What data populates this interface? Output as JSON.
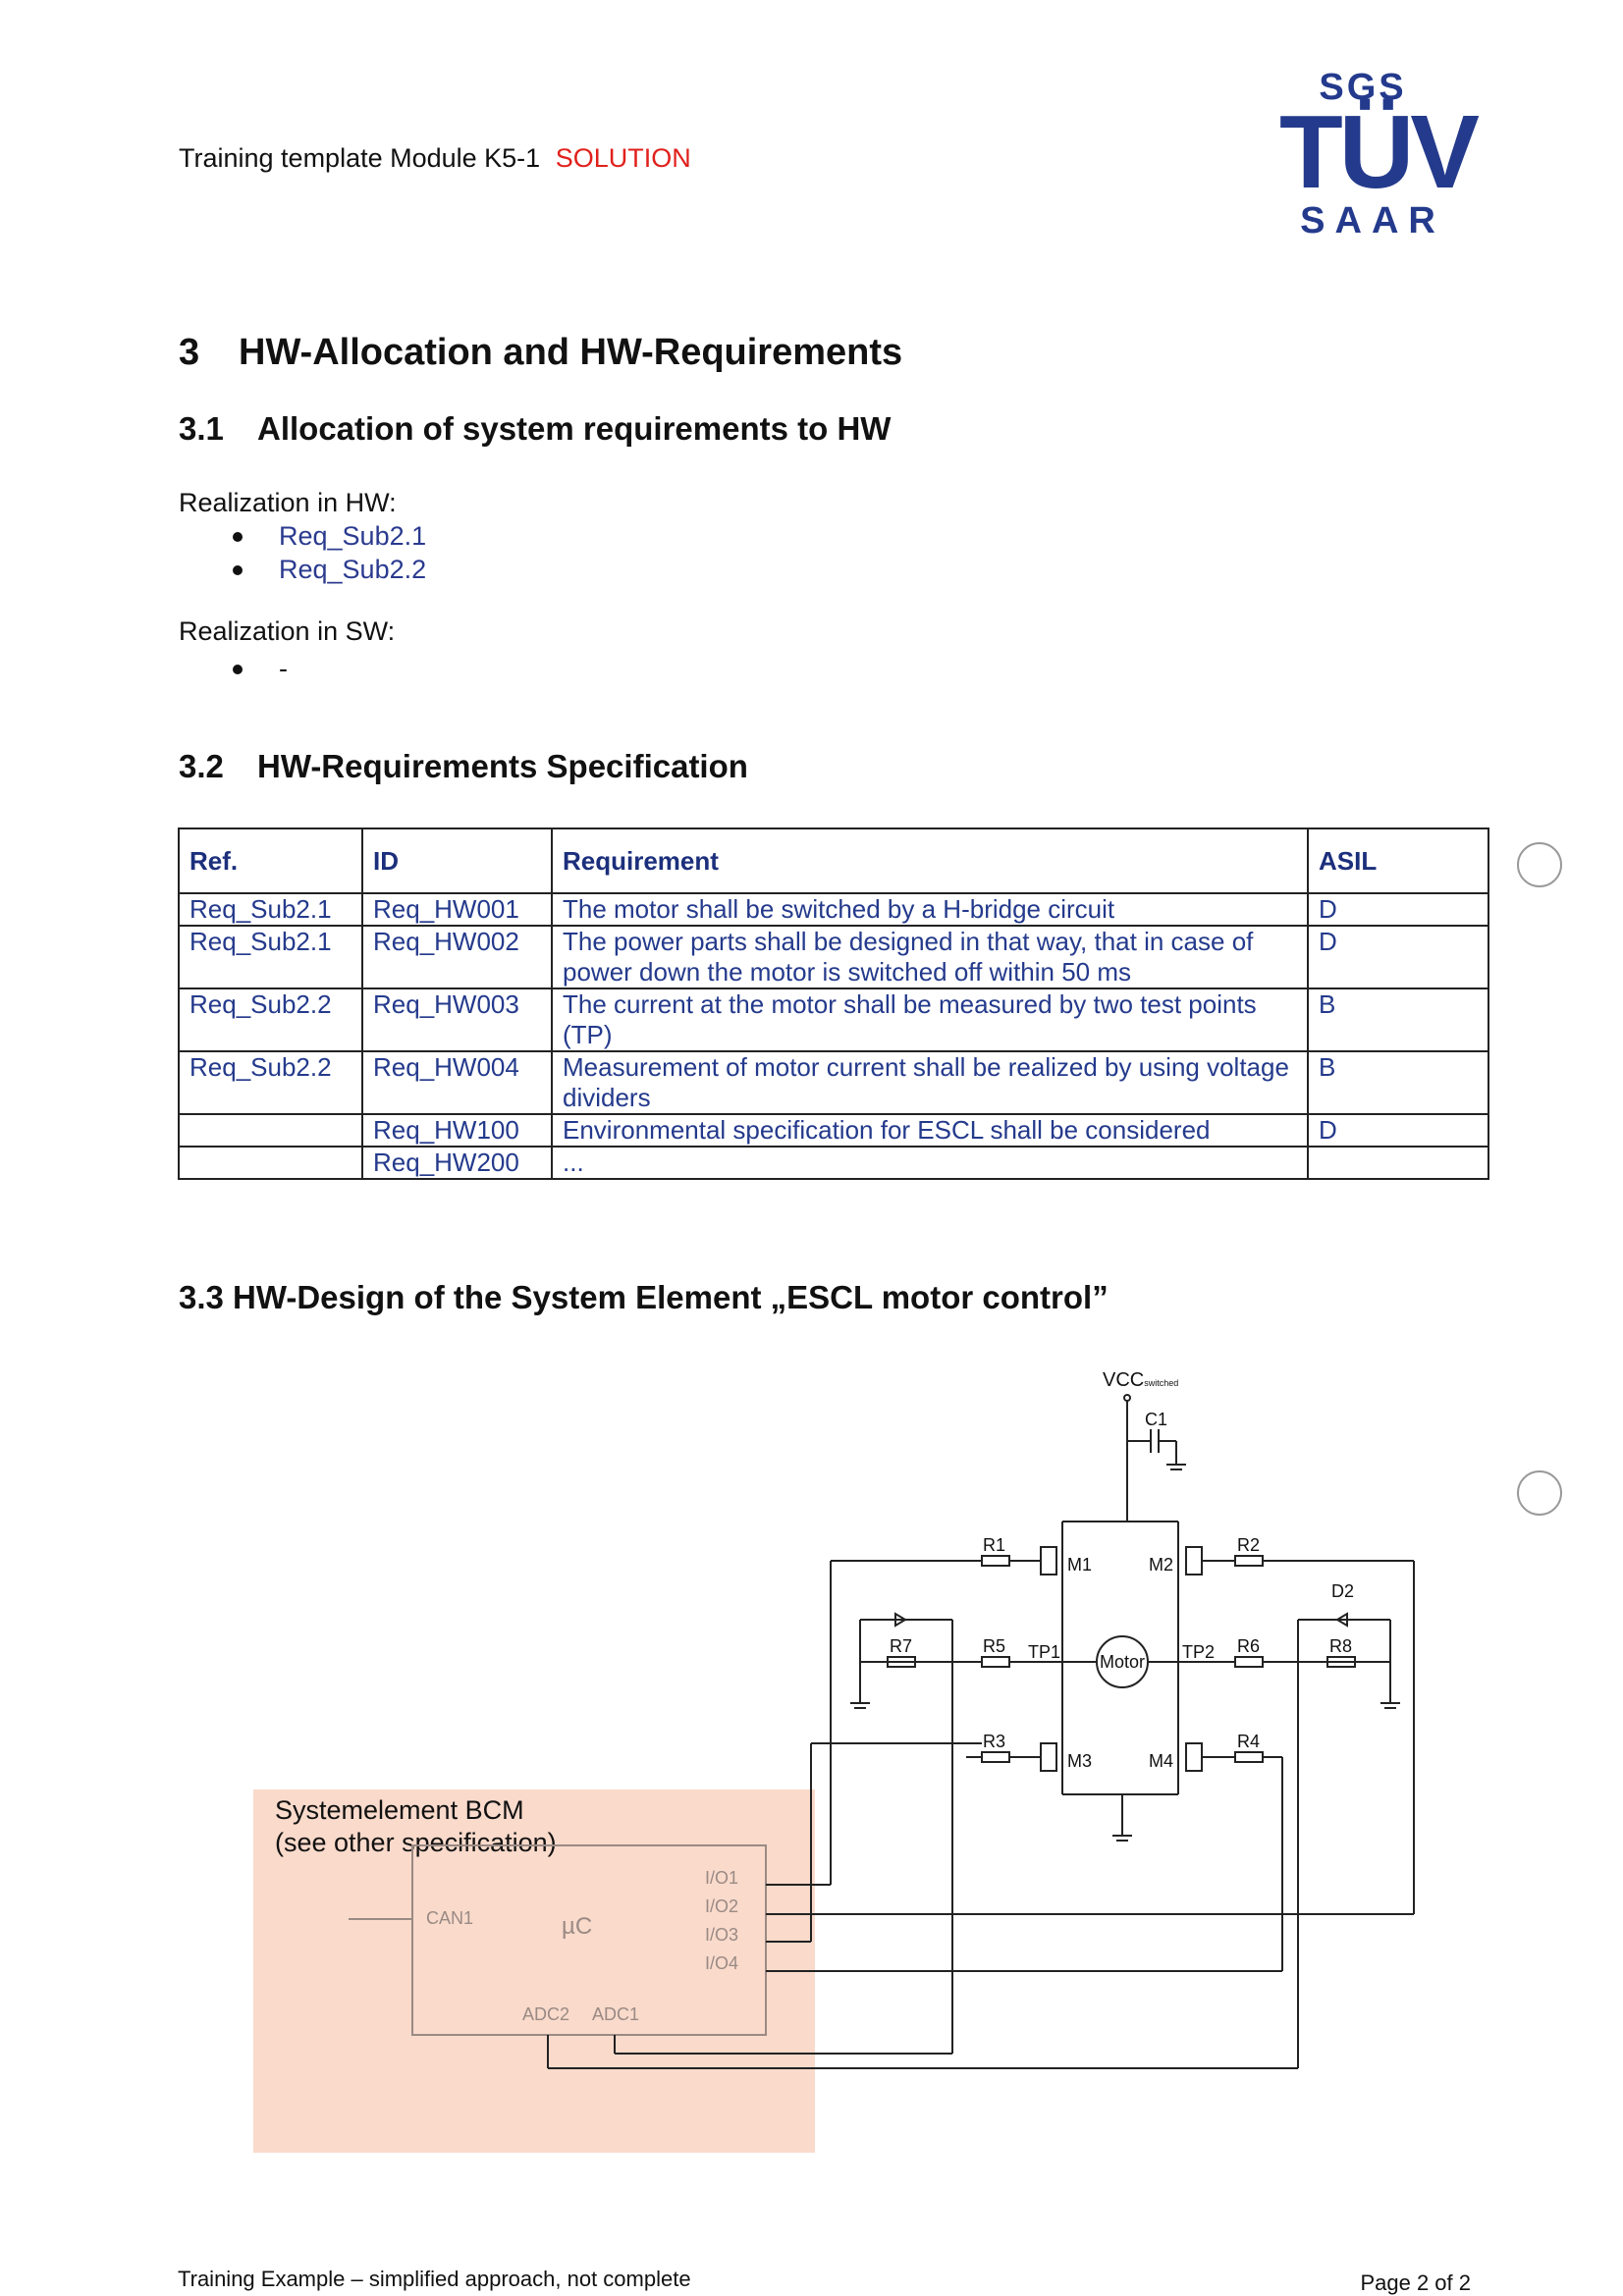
{
  "header": {
    "title": "Training template Module K5-1",
    "solution": "SOLUTION",
    "logo": {
      "top": "SGS",
      "middle": "TÜV",
      "bottom": "SAAR"
    }
  },
  "section3": {
    "number": "3",
    "title": "HW-Allocation and HW-Requirements"
  },
  "section3_1": {
    "number": "3.1",
    "title": "Allocation of system requirements to HW",
    "hw_label": "Realization in HW:",
    "hw_items": [
      "Req_Sub2.1",
      "Req_Sub2.2"
    ],
    "sw_label": "Realization in SW:",
    "sw_items": [
      "-"
    ]
  },
  "section3_2": {
    "number": "3.2",
    "title": "HW-Requirements Specification",
    "table": {
      "headers": [
        "Ref.",
        "ID",
        "Requirement",
        "ASIL"
      ],
      "rows": [
        [
          "Req_Sub2.1",
          "Req_HW001",
          "The motor shall be switched by a H-bridge circuit",
          "D"
        ],
        [
          "Req_Sub2.1",
          "Req_HW002",
          "The power parts shall be designed in that way, that in case of power down the motor is switched off within 50 ms",
          "D"
        ],
        [
          "Req_Sub2.2",
          "Req_HW003",
          "The current at the motor shall be measured by two test points (TP)",
          "B"
        ],
        [
          "Req_Sub2.2",
          "Req_HW004",
          "Measurement of motor current shall be realized by using voltage dividers",
          "B"
        ],
        [
          "",
          "Req_HW100",
          "Environmental specification for ESCL shall be considered",
          "D"
        ],
        [
          "",
          "Req_HW200",
          "...",
          ""
        ]
      ]
    }
  },
  "section3_3": {
    "title": "3.3 HW-Design of the System Element „ESCL motor control”",
    "schematic": {
      "vcc": "VCC",
      "vcc_sub": "switched",
      "capacitor": "C1",
      "resistors": [
        "R1",
        "R2",
        "R3",
        "R4",
        "R5",
        "R6",
        "R7",
        "R8"
      ],
      "transistors": [
        "M1",
        "M2",
        "M3",
        "M4"
      ],
      "test_points": [
        "TP1",
        "TP2"
      ],
      "diode": "D2",
      "motor": "Motor",
      "bcm_label_1": "Systemelement BCM",
      "bcm_label_2": "(see other specification)",
      "uc": "µC",
      "can": "CAN1",
      "io": [
        "I/O1",
        "I/O2",
        "I/O3",
        "I/O4"
      ],
      "adc": [
        "ADC2",
        "ADC1"
      ]
    }
  },
  "footer": {
    "left": "Training Example – simplified approach, not complete",
    "right": "Page 2 of  2"
  }
}
